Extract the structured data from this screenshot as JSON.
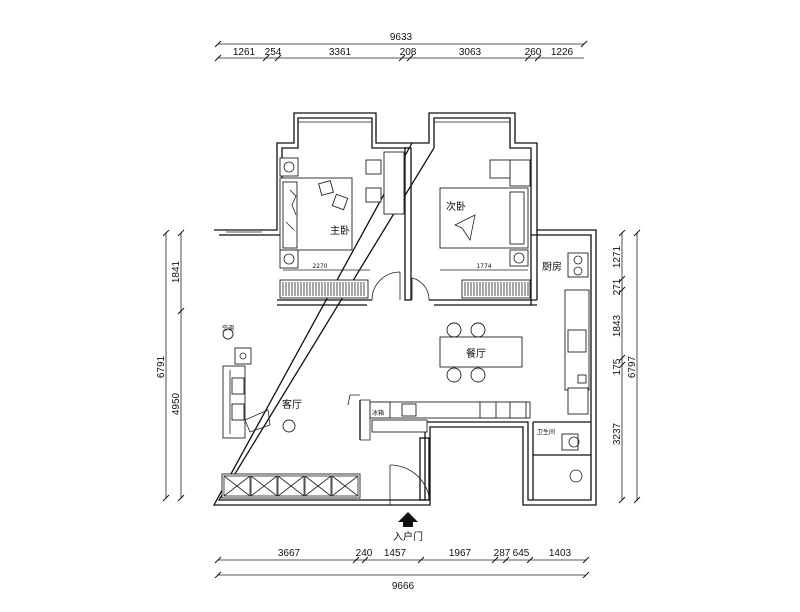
{
  "title": "",
  "dimensions": {
    "top_total": "9633",
    "top_segments": [
      "1261",
      "254",
      "3361",
      "208",
      "3063",
      "260",
      "1226"
    ],
    "bottom_total": "9666",
    "bottom_segments": [
      "3667",
      "240",
      "1457",
      "1967",
      "287",
      "645",
      "1403"
    ],
    "left_total": "6791",
    "left_segments": [
      "1841",
      "4950"
    ],
    "right_total": "6797",
    "right_segments": [
      "1271",
      "271",
      "1843",
      "175",
      "3237"
    ],
    "master_bed_width": "2270",
    "second_bed_width": "1774"
  },
  "rooms": {
    "master_bedroom": "主卧",
    "second_bedroom": "次卧",
    "kitchen": "厨房",
    "dining": "餐厅",
    "living": "客厅",
    "air_conditioner": "空调",
    "bathroom": "卫生间",
    "fridge": "冰箱",
    "entrance": "入户门"
  }
}
